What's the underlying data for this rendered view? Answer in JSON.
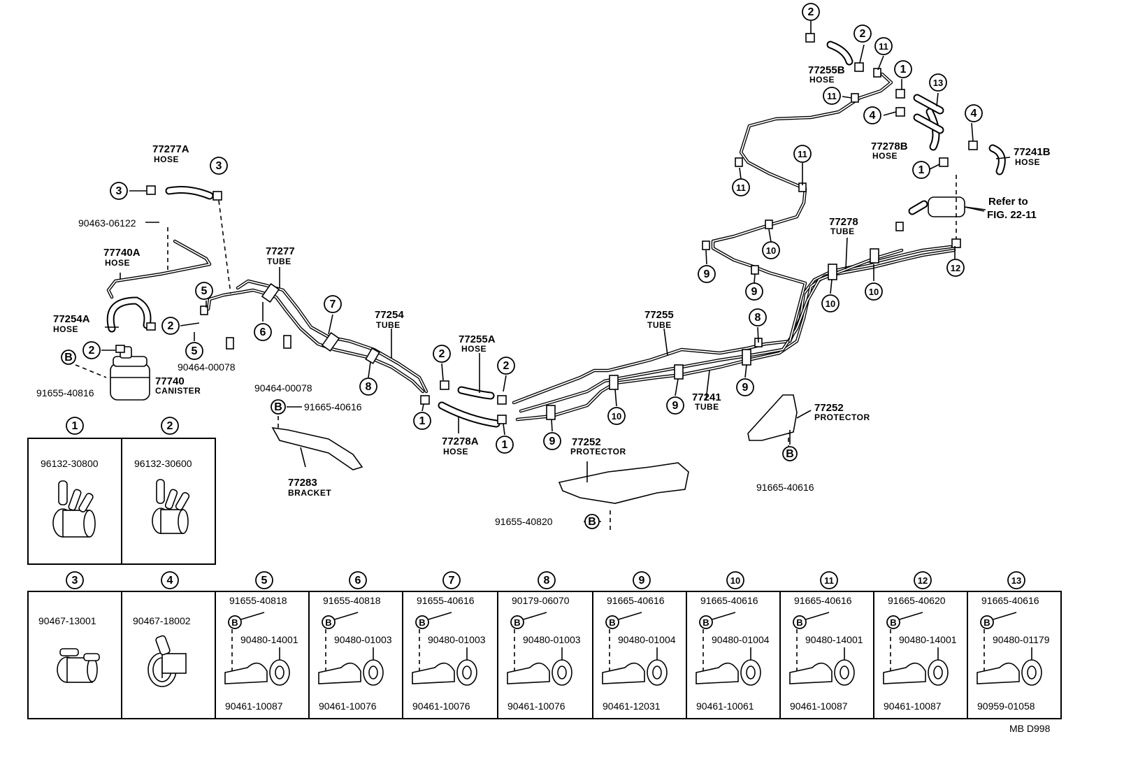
{
  "parts": {
    "p77277A": {
      "num": "77277A",
      "type": "HOSE"
    },
    "p90463": {
      "num": "90463-06122"
    },
    "p77740A": {
      "num": "77740A",
      "type": "HOSE"
    },
    "p77254A": {
      "num": "77254A",
      "type": "HOSE"
    },
    "p77740": {
      "num": "77740",
      "type": "CANISTER"
    },
    "p91655_40816": {
      "num": "91655-40816"
    },
    "p90464_a": {
      "num": "90464-00078"
    },
    "p90464_b": {
      "num": "90464-00078"
    },
    "p77277": {
      "num": "77277",
      "type": "TUBE"
    },
    "p77254": {
      "num": "77254",
      "type": "TUBE"
    },
    "p91665_40616_a": {
      "num": "91665-40616"
    },
    "p77283": {
      "num": "77283",
      "type": "BRACKET"
    },
    "p77255A": {
      "num": "77255A",
      "type": "HOSE"
    },
    "p77278A": {
      "num": "77278A",
      "type": "HOSE"
    },
    "p77255": {
      "num": "77255",
      "type": "TUBE"
    },
    "p77241": {
      "num": "77241",
      "type": "TUBE"
    },
    "p77252_a": {
      "num": "77252",
      "type": "PROTECTOR"
    },
    "p91655_40820": {
      "num": "91655-40820"
    },
    "p77252_b": {
      "num": "77252",
      "type": "PROTECTOR"
    },
    "p91665_40616_b": {
      "num": "91665-40616"
    },
    "p77278": {
      "num": "77278",
      "type": "TUBE"
    },
    "p77255B": {
      "num": "77255B",
      "type": "HOSE"
    },
    "p77278B": {
      "num": "77278B",
      "type": "HOSE"
    },
    "p77241B": {
      "num": "77241B",
      "type": "HOSE"
    },
    "refer1": "Refer to",
    "refer2": "FIG. 22-11"
  },
  "markers": {
    "one": "1",
    "two": "2",
    "three": "3",
    "four": "4",
    "five": "5",
    "six": "6",
    "seven": "7",
    "eight": "8",
    "nine": "9",
    "ten": "10",
    "eleven": "11",
    "twelve": "12",
    "thirteen": "13",
    "B": "B"
  },
  "legend": {
    "c1": {
      "num": "1",
      "part": "96132-30800"
    },
    "c2": {
      "num": "2",
      "part": "96132-30600"
    },
    "c3": {
      "num": "3",
      "part": "90467-13001"
    },
    "c4": {
      "num": "4",
      "part": "90467-18002"
    },
    "c5": {
      "num": "5",
      "bolt": "91655-40818",
      "cushion": "90480-14001",
      "clamp": "90461-10087"
    },
    "c6": {
      "num": "6",
      "bolt": "91655-40818",
      "cushion": "90480-01003",
      "clamp": "90461-10076"
    },
    "c7": {
      "num": "7",
      "bolt": "91655-40616",
      "cushion": "90480-01003",
      "clamp": "90461-10076"
    },
    "c8": {
      "num": "8",
      "bolt": "90179-06070",
      "cushion": "90480-01003",
      "clamp": "90461-10076"
    },
    "c9": {
      "num": "9",
      "bolt": "91665-40616",
      "cushion": "90480-01004",
      "clamp": "90461-12031"
    },
    "c10": {
      "num": "10",
      "bolt": "91665-40616",
      "cushion": "90480-01004",
      "clamp": "90461-10061"
    },
    "c11": {
      "num": "11",
      "bolt": "91665-40616",
      "cushion": "90480-14001",
      "clamp": "90461-10087"
    },
    "c12": {
      "num": "12",
      "bolt": "91665-40620",
      "cushion": "90480-14001",
      "clamp": "90461-10087"
    },
    "c13": {
      "num": "13",
      "bolt": "91665-40616",
      "cushion": "90480-01179",
      "clamp": "90959-01058"
    }
  },
  "footer": {
    "code": "MB  D998"
  }
}
